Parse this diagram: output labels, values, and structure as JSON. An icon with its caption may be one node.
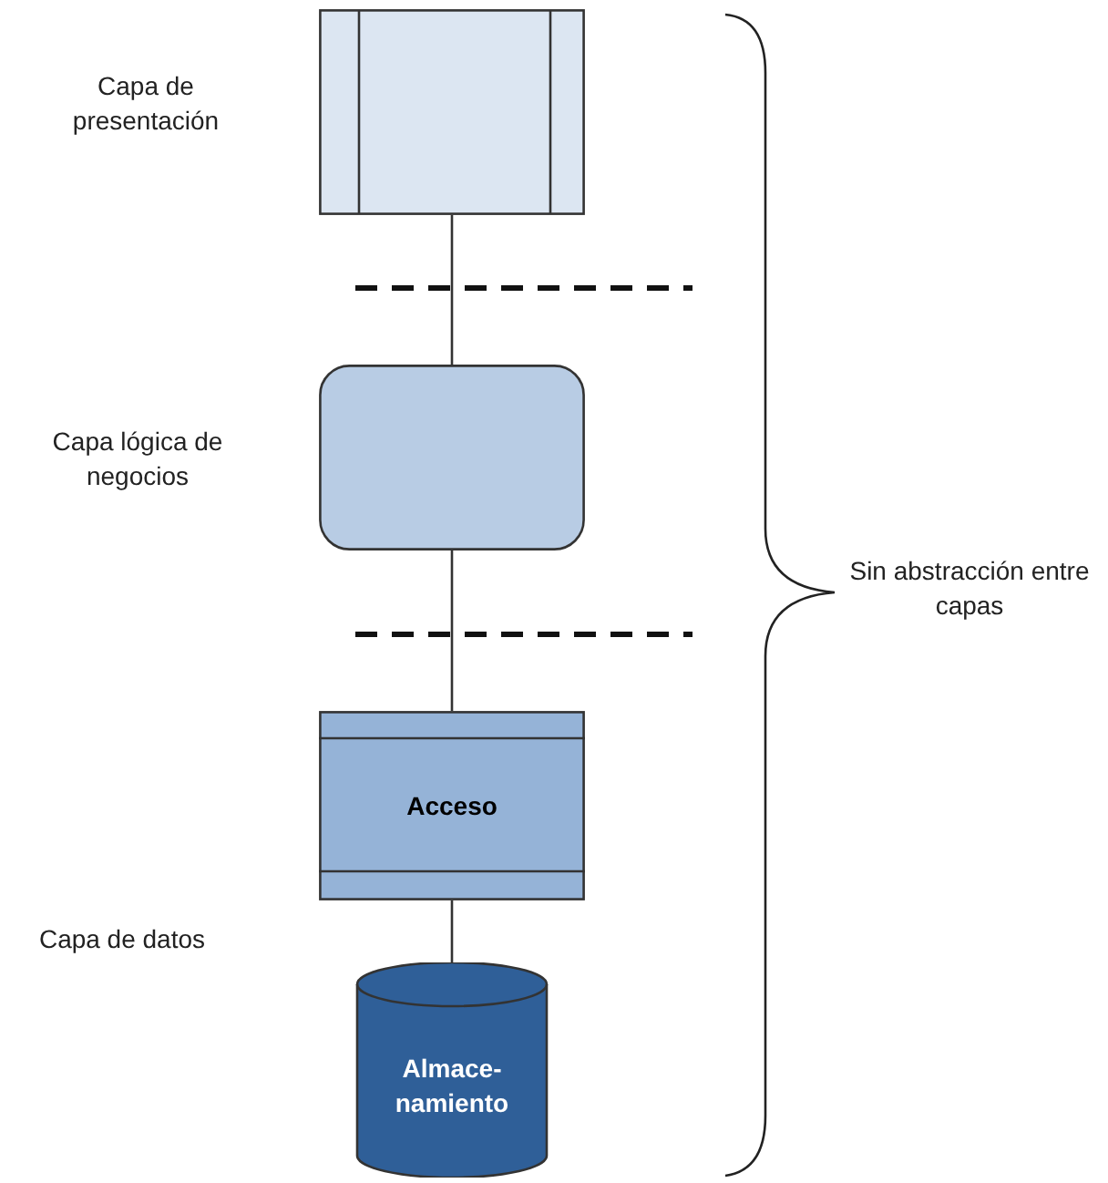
{
  "diagram": {
    "nodes": [
      {
        "text": [],
        "shape": "box"
      },
      {
        "text": [],
        "shape": "box"
      },
      {
        "text": [
          "Acceso"
        ]
      },
      {
        "text": [
          "Almace-namiento"
        ]
      }
    ],
    "edges": [
      {
        "from": 0,
        "to": 1,
        "arrow": "none"
      },
      {
        "from": 1,
        "to": 2,
        "arrow": "none"
      },
      {
        "from": 2,
        "to": 3,
        "arrow": "none"
      }
    ],
    "labels": [
      "Capa de presentación",
      "Capa lógica de negocios",
      "Sin abstracción entre capas",
      "Capa de datos"
    ]
  }
}
